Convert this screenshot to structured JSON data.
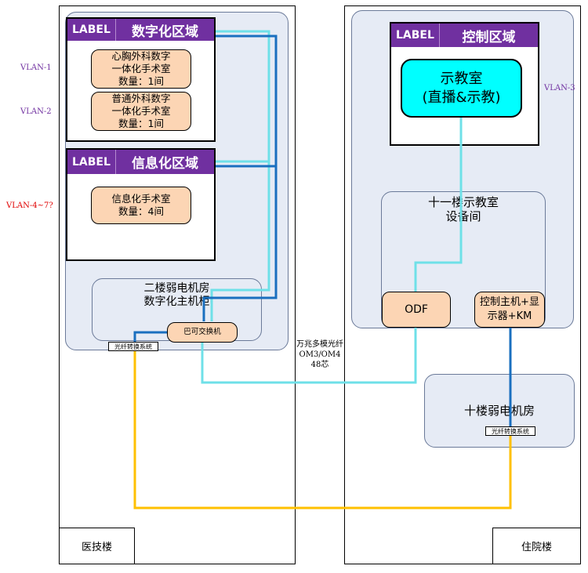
{
  "buildings": {
    "left": {
      "name": "医技楼"
    },
    "right": {
      "name": "住院楼"
    }
  },
  "vlans": {
    "vlan1": "VLAN-1",
    "vlan2": "VLAN-2",
    "vlan4_7": "VLAN-4~7?",
    "vlan3": "VLAN-3"
  },
  "panels": {
    "digital": {
      "tag": "LABEL",
      "title": "数字化区域"
    },
    "info": {
      "tag": "LABEL",
      "title": "信息化区域"
    },
    "control": {
      "tag": "LABEL",
      "title": "控制区域"
    }
  },
  "rooms": {
    "cardiac": {
      "line1": "心胸外科数字",
      "line2": "一体化手术室",
      "line3": "数量：1间"
    },
    "general": {
      "line1": "普通外科数字",
      "line2": "一体化手术室",
      "line3": "数量：1间"
    },
    "info_or": {
      "line1": "信息化手术室",
      "line2": "数量：4间"
    },
    "teaching": {
      "line1": "示教室",
      "line2": "(直播&示教)"
    }
  },
  "machine_rooms": {
    "floor2": {
      "line1": "二楼弱电机房",
      "line2": "数字化主机柜"
    },
    "floor11": {
      "line1": "十一楼示教室",
      "line2": "设备间"
    },
    "floor10": {
      "title": "十楼弱电机房"
    }
  },
  "devices": {
    "switch": "巴可交换机",
    "odf": "ODF",
    "host": {
      "line1": "控制主机+显",
      "line2": "示器+KM"
    },
    "fiber_conv_left": "光纤转换系统",
    "fiber_conv_right": "光纤转换系统"
  },
  "cable_note": {
    "line1": "万兆多模光纤",
    "line2": "OM3/OM4",
    "line3": "48芯"
  },
  "colors": {
    "purple": "#7030a0",
    "cyan_link": "#6fe0e8",
    "blue_link": "#1a6fbf",
    "yellow_link": "#ffc000",
    "vlan_purple": "#7030a0",
    "vlan_red": "#e00000"
  }
}
